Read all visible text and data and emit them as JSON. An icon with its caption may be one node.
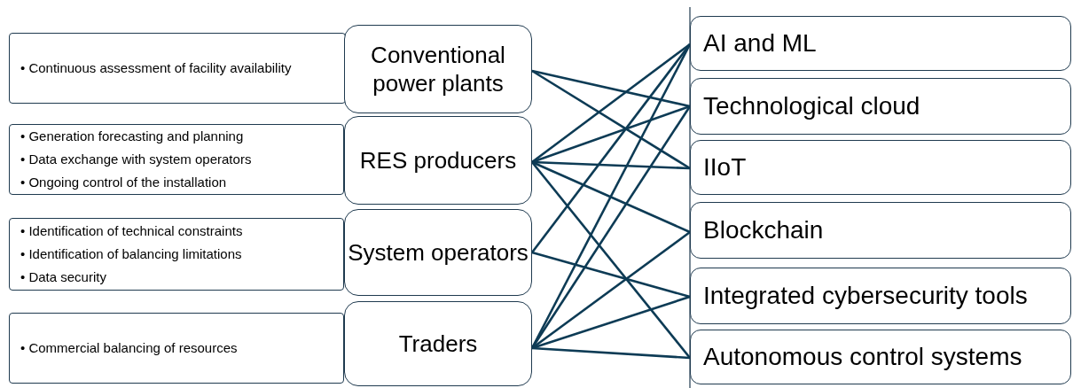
{
  "diagram": {
    "nodes": [
      {
        "text": [
          "• Continuous assessment of facility availability"
        ]
      },
      {
        "text": [
          "Conventional power plants"
        ]
      },
      {
        "text": [
          "• Generation forecasting and planning",
          "• Data exchange with system operators",
          "• Ongoing control of the installation"
        ]
      },
      {
        "text": [
          "RES producers"
        ]
      },
      {
        "text": [
          "• Identification of technical constraints",
          "• Identification of balancing limitations",
          "• Data security"
        ]
      },
      {
        "text": [
          "System operators"
        ]
      },
      {
        "text": [
          "• Commercial balancing of resources"
        ]
      },
      {
        "text": [
          "Traders"
        ]
      },
      {
        "text": [
          "AI and ML"
        ]
      },
      {
        "text": [
          "Technological cloud"
        ]
      },
      {
        "text": [
          "IIoT"
        ]
      },
      {
        "text": [
          "Blockchain"
        ]
      },
      {
        "text": [
          "Integrated cybersecurity tools"
        ]
      },
      {
        "text": [
          "Autonomous control systems"
        ]
      }
    ],
    "edges": [
      {
        "from": 1,
        "to": 9,
        "arrow": "none"
      },
      {
        "from": 1,
        "to": 10,
        "arrow": "none"
      },
      {
        "from": 3,
        "to": 8,
        "arrow": "none"
      },
      {
        "from": 3,
        "to": 9,
        "arrow": "none"
      },
      {
        "from": 3,
        "to": 10,
        "arrow": "none"
      },
      {
        "from": 3,
        "to": 11,
        "arrow": "none"
      },
      {
        "from": 3,
        "to": 13,
        "arrow": "none"
      },
      {
        "from": 5,
        "to": 8,
        "arrow": "none"
      },
      {
        "from": 5,
        "to": 12,
        "arrow": "none"
      },
      {
        "from": 7,
        "to": 8,
        "arrow": "none"
      },
      {
        "from": 7,
        "to": 9,
        "arrow": "none"
      },
      {
        "from": 7,
        "to": 11,
        "arrow": "none"
      },
      {
        "from": 7,
        "to": 12,
        "arrow": "none"
      },
      {
        "from": 7,
        "to": 13,
        "arrow": "none"
      }
    ]
  }
}
